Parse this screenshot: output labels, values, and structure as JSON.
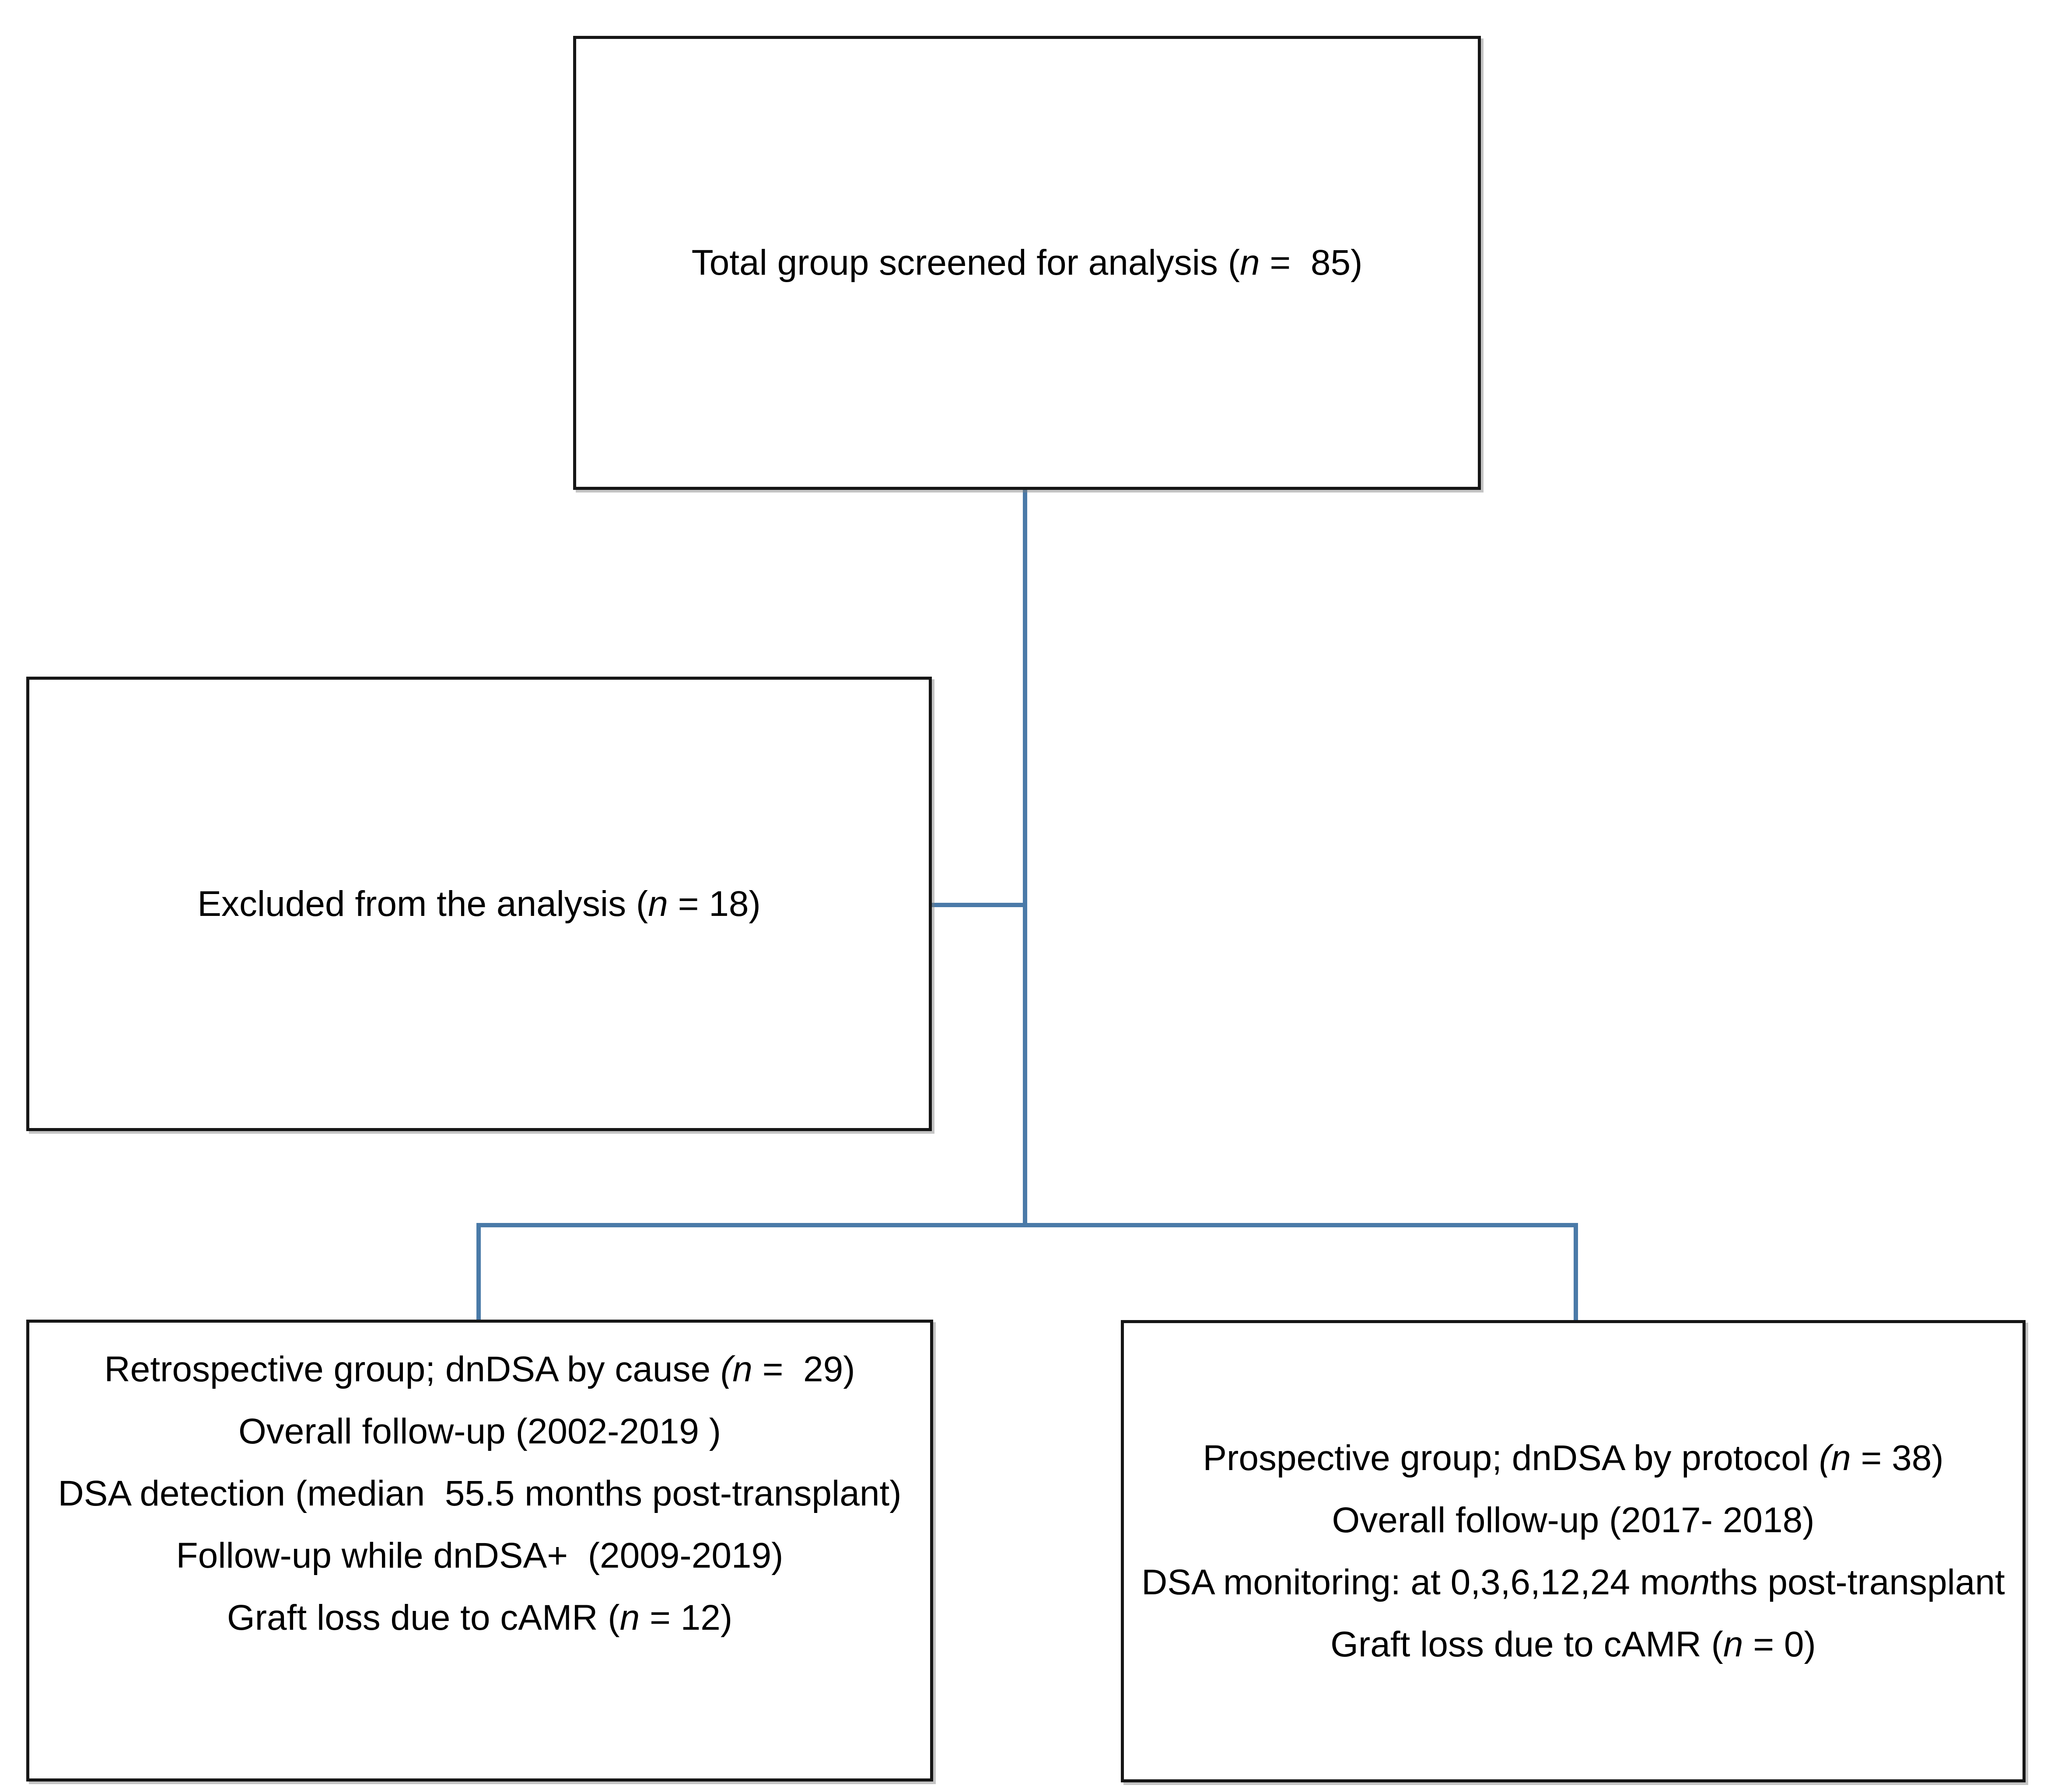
{
  "diagram": {
    "title": "Study flow diagram",
    "colors": {
      "connector_blue": "#4a7aa8",
      "box_border": "#161616",
      "box_shadow": "#7d7d7d",
      "background": "#ffffff",
      "text": "#000000"
    },
    "boxes": {
      "total": {
        "lines": [
          [
            {
              "t": "Total group screened for analysis ("
            },
            {
              "t": "n",
              "i": true
            },
            {
              "t": " =  85)"
            }
          ]
        ]
      },
      "excluded": {
        "lines": [
          [
            {
              "t": "Excluded from the analysis ("
            },
            {
              "t": "n",
              "i": true
            },
            {
              "t": " = 18)"
            }
          ]
        ]
      },
      "retrospective": {
        "lines": [
          [
            {
              "t": "Retrospective group; dnDSA by cause "
            },
            {
              "t": "(n",
              "i": true
            },
            {
              "t": " =  29)"
            }
          ],
          [
            {
              "t": "Overall follow-up (2002-2019 )"
            }
          ],
          [
            {
              "t": "DSA detection (median  55.5 months post-transplant)"
            }
          ],
          [
            {
              "t": "Follow-up while dnDSA+  (2009-2019)"
            }
          ],
          [
            {
              "t": "Graft loss due to cAMR ("
            },
            {
              "t": "n",
              "i": true
            },
            {
              "t": " = 12)"
            }
          ]
        ]
      },
      "prospective": {
        "lines": [
          [
            {
              "t": "Prospective group; dnDSA by protocol "
            },
            {
              "t": "(n",
              "i": true
            },
            {
              "t": " = 38)"
            }
          ],
          [
            {
              "t": "Overall follow-up (2017- 2018)"
            }
          ],
          [
            {
              "t": "DSA monitoring: at 0,3,6,12,24 mo"
            },
            {
              "t": "n",
              "i": true
            },
            {
              "t": "ths post-transplant"
            }
          ],
          [
            {
              "t": "Graft loss due to cAMR ("
            },
            {
              "t": "n",
              "i": true
            },
            {
              "t": " = 0)"
            }
          ]
        ]
      }
    }
  }
}
